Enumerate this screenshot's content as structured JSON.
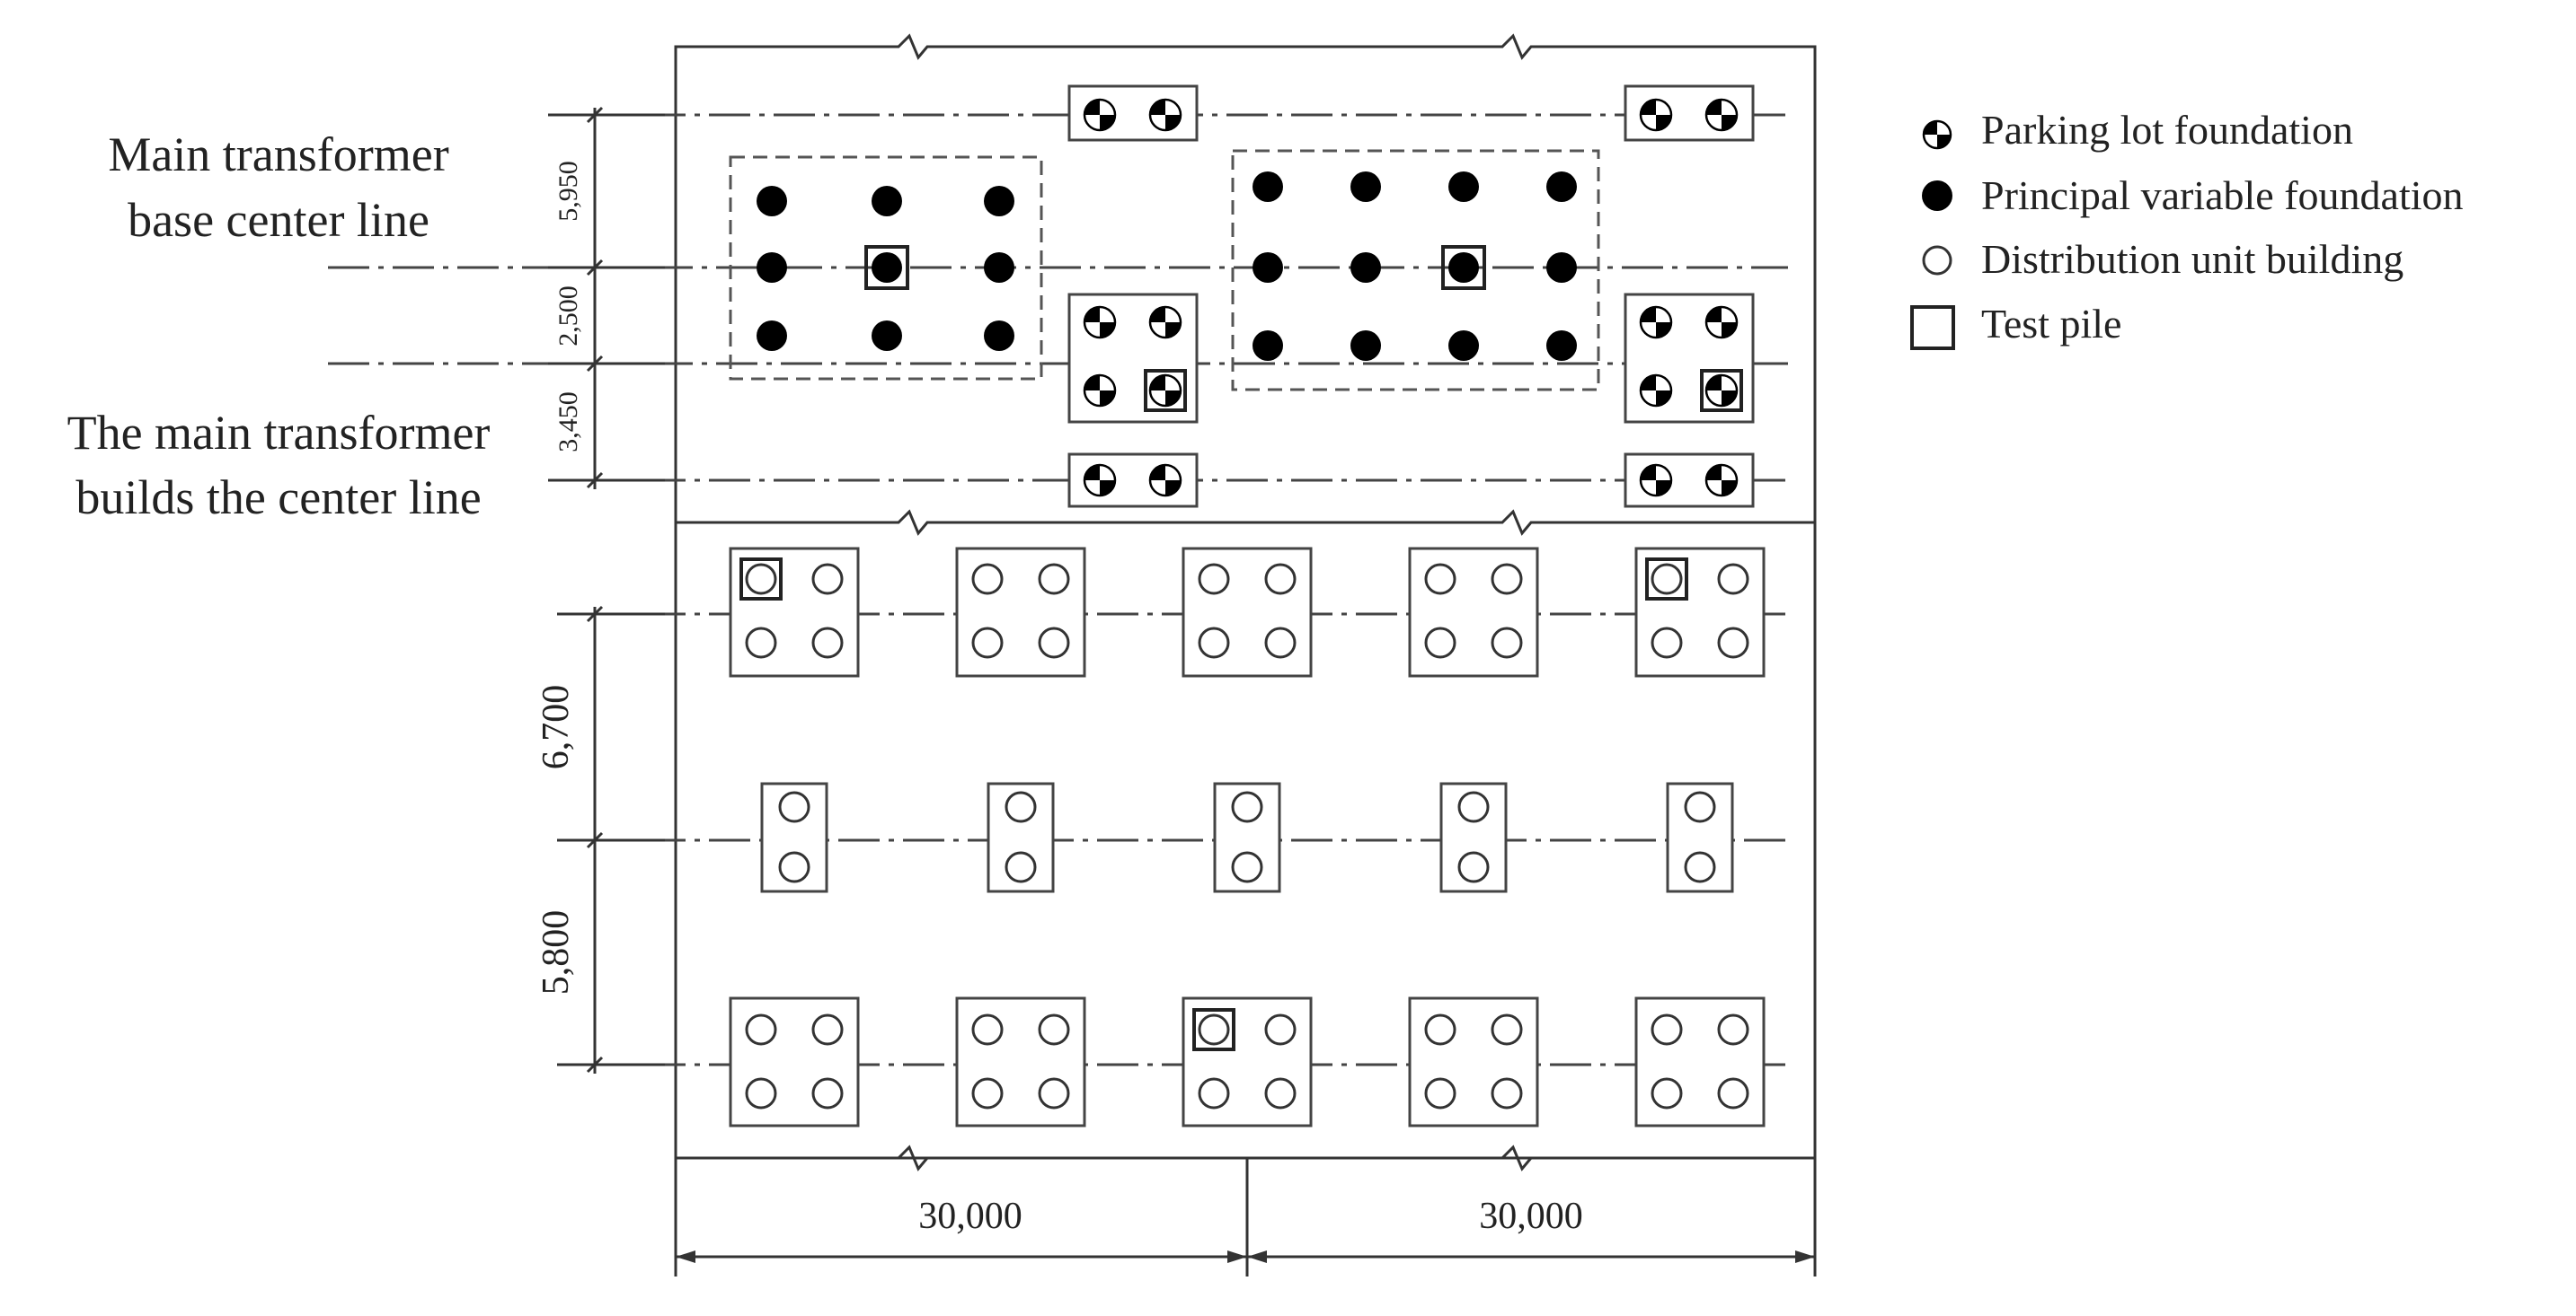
{
  "labels": {
    "base_center_line": [
      "Main transformer",
      "base center line"
    ],
    "builds_center_line": [
      "The main transformer",
      "builds the center line"
    ]
  },
  "dimensions": {
    "top": [
      "5,950",
      "2,500",
      "3,450"
    ],
    "bottom": [
      "6,700",
      "5,800"
    ],
    "horizontal": [
      "30,000",
      "30,000"
    ]
  },
  "legend": [
    {
      "symbol": "parking-lot-foundation",
      "label": "Parking lot foundation"
    },
    {
      "symbol": "principal-variable-foundation",
      "label": "Principal variable foundation"
    },
    {
      "symbol": "distribution-unit-building",
      "label": "Distribution unit building"
    },
    {
      "symbol": "test-pile",
      "label": "Test pile"
    }
  ]
}
